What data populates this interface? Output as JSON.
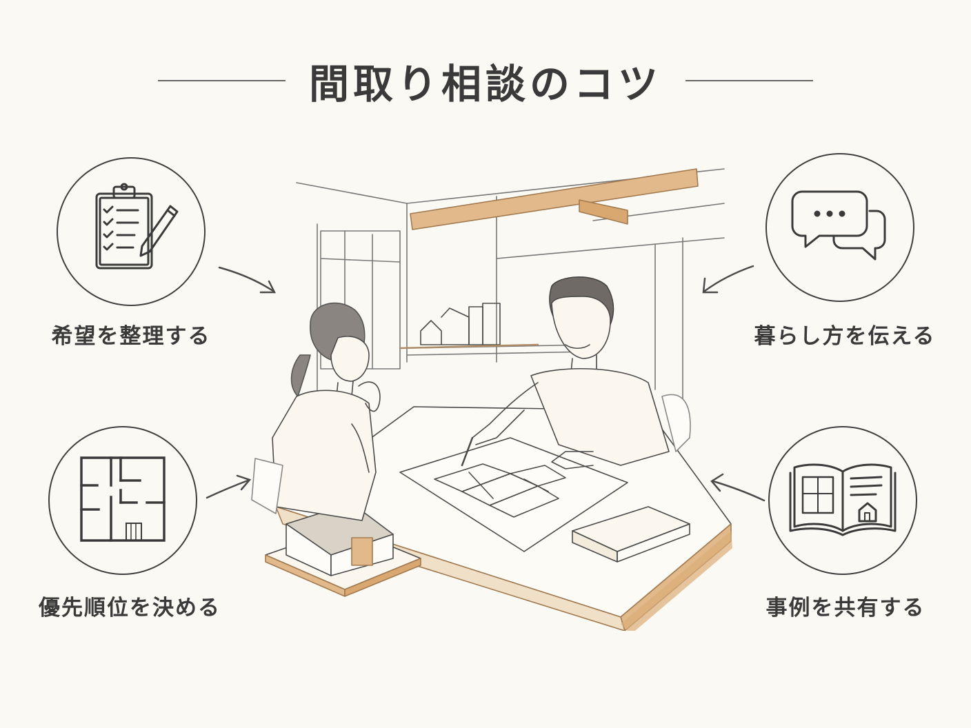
{
  "title": "間取り相談のコツ",
  "tips": [
    {
      "label": "希望を整理する",
      "icon": "clipboard-checklist-icon"
    },
    {
      "label": "暮らし方を伝える",
      "icon": "speech-bubbles-icon"
    },
    {
      "label": "優先順位を決める",
      "icon": "floor-plan-icon"
    },
    {
      "label": "事例を共有する",
      "icon": "open-book-house-icon"
    }
  ],
  "colors": {
    "background": "#fbf9f3",
    "ink": "#3b3b3b",
    "wood_accent": "#d9a870"
  }
}
